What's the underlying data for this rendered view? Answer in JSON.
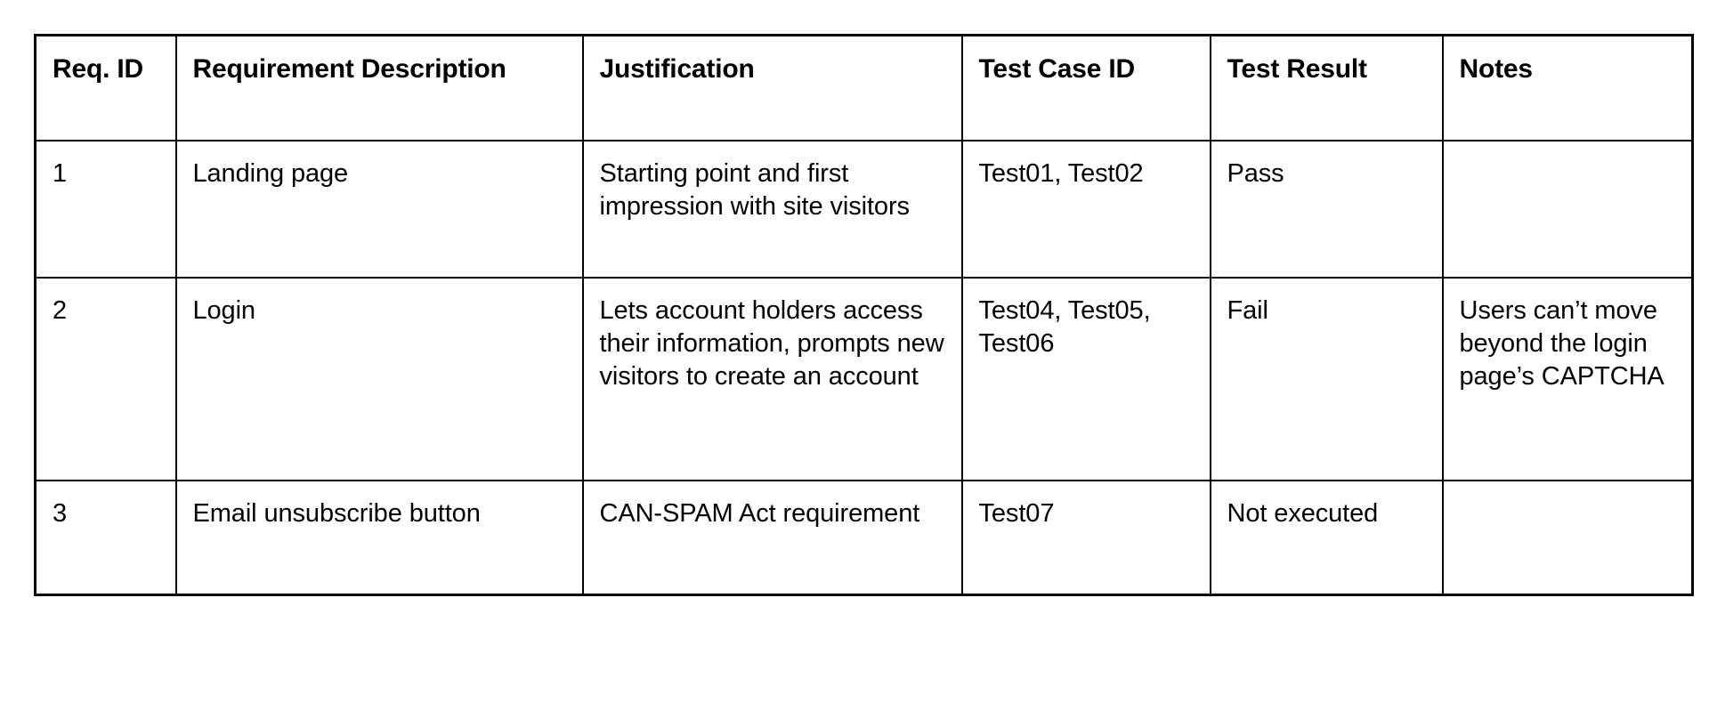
{
  "document": {
    "type": "requirements-traceability-matrix",
    "background_color": "#ffffff",
    "text_color": "#000000",
    "border_color": "#000000"
  },
  "table": {
    "columns": [
      {
        "key": "req_id",
        "label": "Req. ID"
      },
      {
        "key": "description",
        "label": "Requirement Description"
      },
      {
        "key": "justification",
        "label": "Justification"
      },
      {
        "key": "test_case_id",
        "label": "Test Case ID"
      },
      {
        "key": "test_result",
        "label": "Test Result"
      },
      {
        "key": "notes",
        "label": "Notes"
      }
    ],
    "rows": [
      {
        "req_id": "1",
        "description": "Landing page",
        "justification": "Starting point and first impression with site visitors",
        "test_case_id": "Test01, Test02",
        "test_result": "Pass",
        "notes": ""
      },
      {
        "req_id": "2",
        "description": "Login",
        "justification": "Lets account holders access their information, prompts new visitors to create an account",
        "test_case_id": "Test04, Test05, Test06",
        "test_result": "Fail",
        "notes": "Users can’t move beyond the login page’s CAPTCHA"
      },
      {
        "req_id": "3",
        "description": "Email unsubscribe button",
        "justification": "CAN-SPAM Act requirement",
        "test_case_id": "Test07",
        "test_result": "Not executed",
        "notes": ""
      }
    ]
  }
}
